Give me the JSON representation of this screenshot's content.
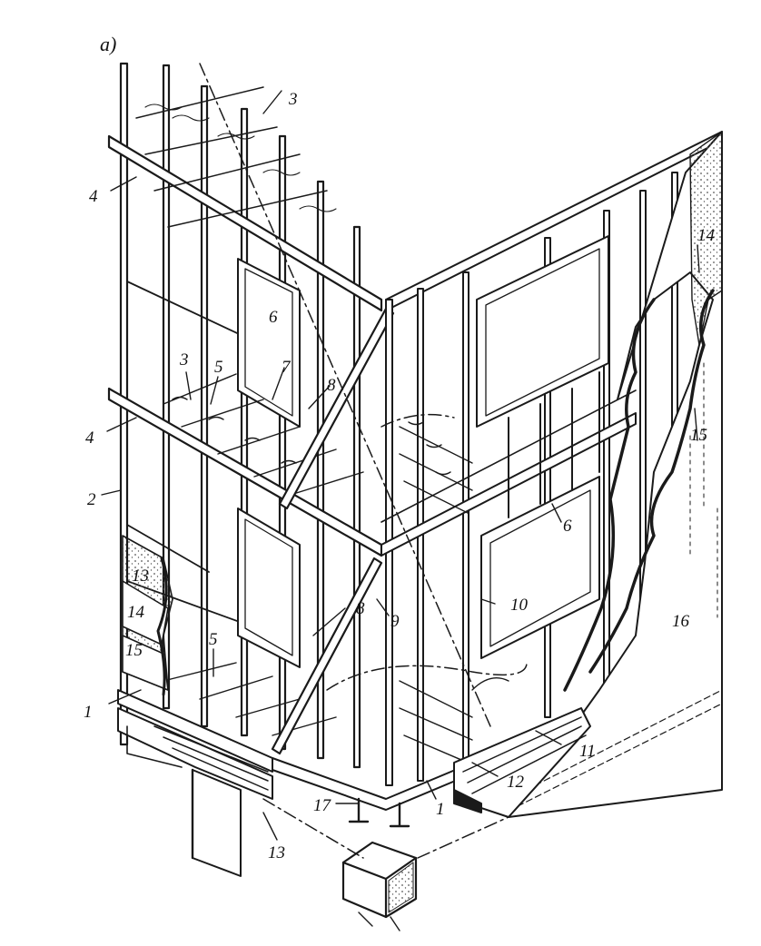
{
  "figure": {
    "panel_label": "а)",
    "callouts": [
      {
        "id": "c1a",
        "text": "1"
      },
      {
        "id": "c1b",
        "text": "1"
      },
      {
        "id": "c2",
        "text": "2"
      },
      {
        "id": "c3a",
        "text": "3"
      },
      {
        "id": "c3b",
        "text": "3"
      },
      {
        "id": "c4a",
        "text": "4"
      },
      {
        "id": "c4b",
        "text": "4"
      },
      {
        "id": "c5a",
        "text": "5"
      },
      {
        "id": "c5b",
        "text": "5"
      },
      {
        "id": "c6a",
        "text": "6"
      },
      {
        "id": "c6b",
        "text": "6"
      },
      {
        "id": "c7",
        "text": "7"
      },
      {
        "id": "c8a",
        "text": "8"
      },
      {
        "id": "c8b",
        "text": "8"
      },
      {
        "id": "c9",
        "text": "9"
      },
      {
        "id": "c10",
        "text": "10"
      },
      {
        "id": "c11",
        "text": "11"
      },
      {
        "id": "c12",
        "text": "12"
      },
      {
        "id": "c13a",
        "text": "13"
      },
      {
        "id": "c13b",
        "text": "13"
      },
      {
        "id": "c14a",
        "text": "14"
      },
      {
        "id": "c14b",
        "text": "14"
      },
      {
        "id": "c15a",
        "text": "15"
      },
      {
        "id": "c15b",
        "text": "15"
      },
      {
        "id": "c16",
        "text": "16"
      },
      {
        "id": "c17",
        "text": "17"
      }
    ]
  },
  "colors": {
    "ink": "#1a1a1a",
    "paper": "#ffffff",
    "stipple": "#555555"
  }
}
